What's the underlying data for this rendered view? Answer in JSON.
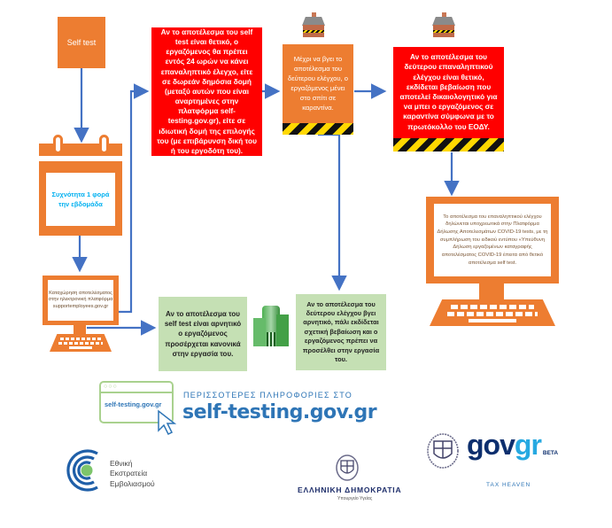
{
  "flow": {
    "self_test": "Self test",
    "calendar_text": "Συχνότητα 1 φορά την εβδομάδα",
    "register_text": "Καταχώρηση αποτελέσματος στην ηλεκτρονική πλατφόρμα supportemployees.gov.gr",
    "positive_box": "Αν το αποτέλεσμα του self test είναι θετικό, ο εργαζόμενος θα πρέπει εντός 24 ωρών να κάνει επαναληπτικό έλεγχο, είτε σε δωρεάν δημόσια δομή (μεταξύ αυτών που είναι αναρτημένες στην πλατφόρμα self-testing.gov.gr), είτε σε ιδιωτική δομή της επιλογής του (με επιβάρυνση δική του ή του εργοδότη του).",
    "quarantine_box": "Μέχρι να βγει το αποτέλεσμα του δεύτερου ελέγχου, ο εργαζόμενος μένει στο σπίτι σε καραντίνα.",
    "second_positive_box": "Αν το αποτέλεσμα του δεύτερου επαναληπτικού ελέγχου είναι θετικό, εκδίδεται βεβαίωση που αποτελεί δικαιολογητικό για να μπει ο εργαζόμενος σε καραντίνα σύμφωνα με το πρωτόκολλο του ΕΟΔΥ.",
    "declare_text": "Το αποτέλεσμα του επαναληπτικού ελέγχου δηλώνεται υποχρεωτικά στην Πλατφόρμα Δήλωσης Αποτελεσμάτων COVID-19 tests, με τη συμπλήρωση του ειδικού εντύπου «Υπεύθυνη Δήλωση εργαζομένων καταγραφής αποτελέσματος COVID-19 έπειτα από θετικό αποτέλεσμα self test.",
    "negative_box": "Αν το αποτέλεσμα του self test είναι αρνητικό ο εργαζόμενος προσέρχεται κανονικά στην εργασία του.",
    "second_negative_box": "Αν το αποτέλεσμα του δεύτερου ελέγχου βγει αρνητικό, πάλι εκδίδεται σχετική βεβαίωση και ο εργαζόμενος πρέπει να προσέλθει στην εργασία του."
  },
  "footer": {
    "browser_url": "self-testing.gov.gr",
    "more_info": "ΠΕΡΙΣΣΟΤΕΡΕΣ ΠΛΗΡΟΦΟΡΙΕΣ ΣΤΟ",
    "site": "self-testing.gov.gr",
    "campaign_line1": "Εθνική",
    "campaign_line2": "Εκστρατεία",
    "campaign_line3": "Εμβολιασμού",
    "hellenic": "ΕΛΛΗΝΙΚΗ ΔΗΜΟΚΡΑΤΙΑ",
    "ministry": "Υπουργείο Υγείας",
    "govgr_gov": "gov",
    "govgr_gr": "gr",
    "govgr_beta": "BETA",
    "taxheaven": "TAX HEAVEN"
  },
  "colors": {
    "orange": "#ed7d31",
    "red": "#ff0000",
    "green": "#c5e0b4",
    "arrow": "#4472c4",
    "calendar_text": "#00b0f0"
  }
}
